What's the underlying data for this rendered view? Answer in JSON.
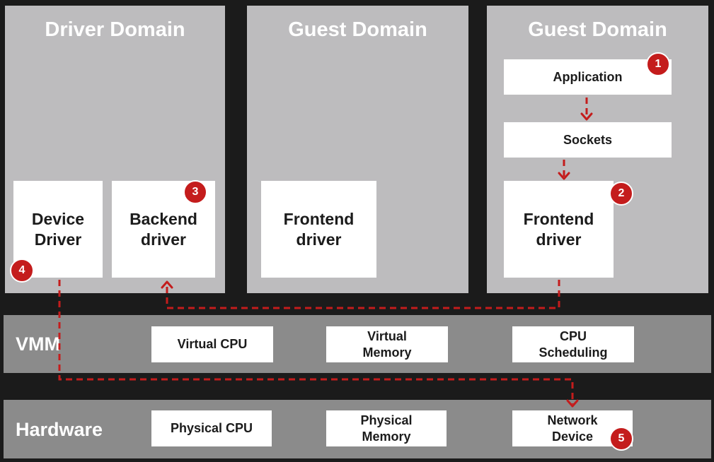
{
  "domains": {
    "driver": {
      "title": "Driver Domain"
    },
    "guest1": {
      "title": "Guest Domain"
    },
    "guest2": {
      "title": "Guest Domain"
    }
  },
  "boxes": {
    "device_driver": [
      "Device",
      "Driver"
    ],
    "backend_driver": [
      "Backend",
      "driver"
    ],
    "frontend_driver_guest1": [
      "Frontend",
      "driver"
    ],
    "application": [
      "Application"
    ],
    "sockets": [
      "Sockets"
    ],
    "frontend_driver_guest2": [
      "Frontend",
      "driver"
    ]
  },
  "vmm": {
    "label": "VMM",
    "virtual_cpu": [
      "Virtual CPU"
    ],
    "virtual_memory": [
      "Virtual",
      "Memory"
    ],
    "cpu_scheduling": [
      "CPU",
      "Scheduling"
    ]
  },
  "hardware": {
    "label": "Hardware",
    "physical_cpu": [
      "Physical CPU"
    ],
    "physical_memory": [
      "Physical",
      "Memory"
    ],
    "network_device": [
      "Network",
      "Device"
    ]
  },
  "steps": [
    "1",
    "2",
    "3",
    "4",
    "5"
  ],
  "colors": {
    "accent": "#c41c1c",
    "domain_bg": "#bdbcbe",
    "band_bg": "#8b8b8b",
    "box_bg": "#ffffff",
    "background": "#1b1b1b"
  }
}
